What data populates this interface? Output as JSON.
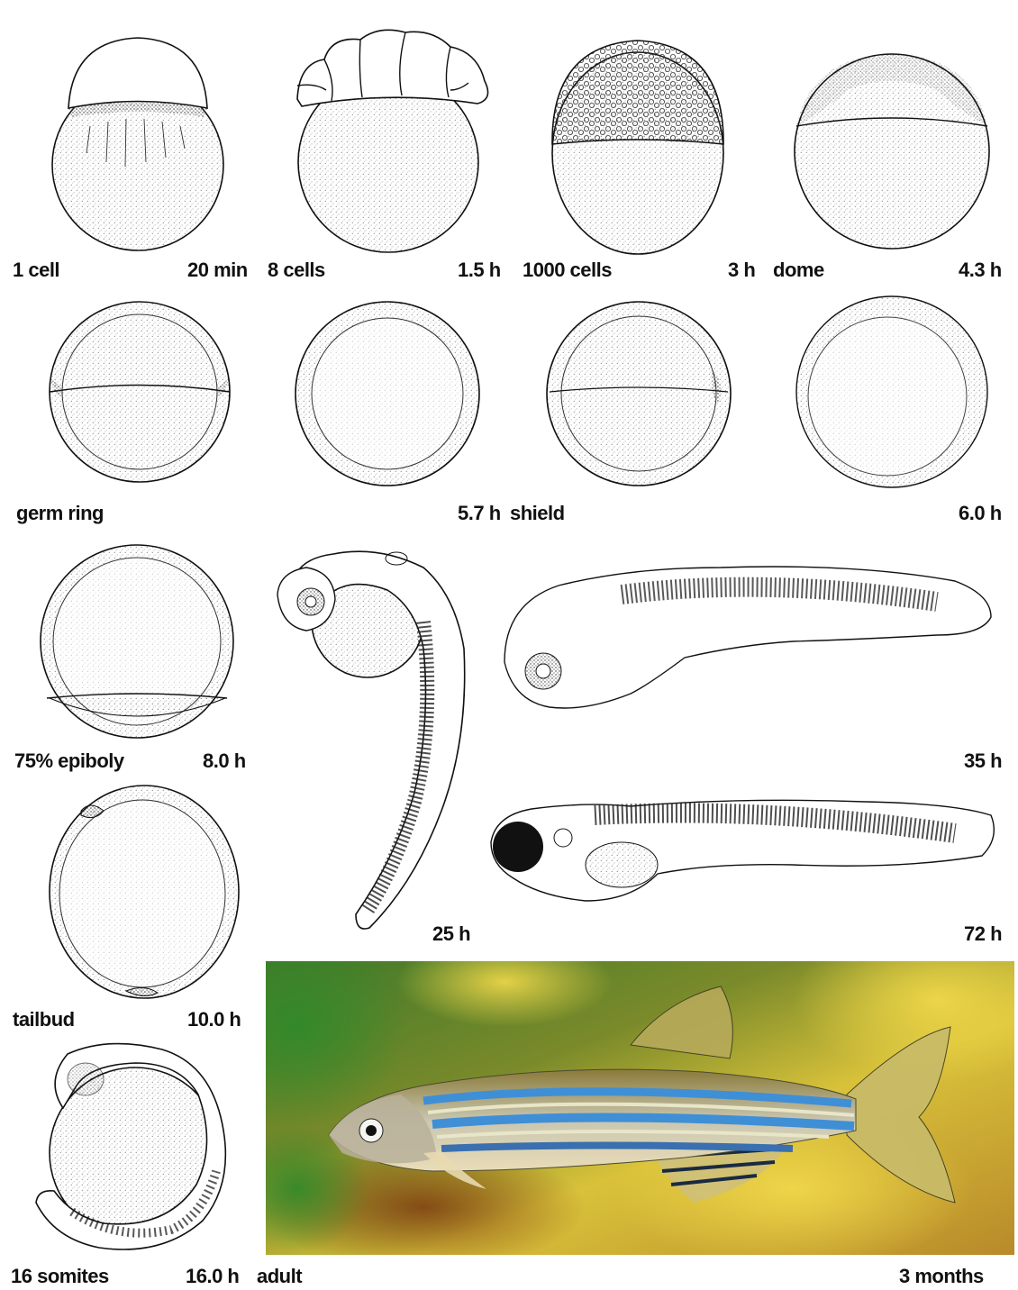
{
  "stages": [
    {
      "name": "1 cell",
      "time": "20 min"
    },
    {
      "name": "8 cells",
      "time": "1.5 h"
    },
    {
      "name": "1000 cells",
      "time": "3 h"
    },
    {
      "name": "dome",
      "time": "4.3 h"
    },
    {
      "name": "germ ring",
      "time": "5.7 h"
    },
    {
      "name": "shield",
      "time": "6.0 h"
    },
    {
      "name": "75% epiboly",
      "time": "8.0 h"
    },
    {
      "name": "tailbud",
      "time": "10.0 h"
    },
    {
      "name": "16 somites",
      "time": "16.0 h"
    },
    {
      "name": "",
      "time": "25 h"
    },
    {
      "name": "",
      "time": "35 h"
    },
    {
      "name": "",
      "time": "72 h"
    },
    {
      "name": "adult",
      "time": "3 months"
    }
  ],
  "colors": {
    "ink": "#1a1a1a",
    "stipple": "#555555",
    "photo_background_green": "#4f7a2a",
    "photo_background_yellow": "#d9c23a",
    "photo_background_brown": "#8a5a1e",
    "fish_stripe_blue": "#3f8fd6",
    "fish_stripe_light": "#e8e6c8"
  },
  "icons": [
    "embryo-drawing",
    "larva-drawing",
    "adult-zebrafish-photo"
  ]
}
